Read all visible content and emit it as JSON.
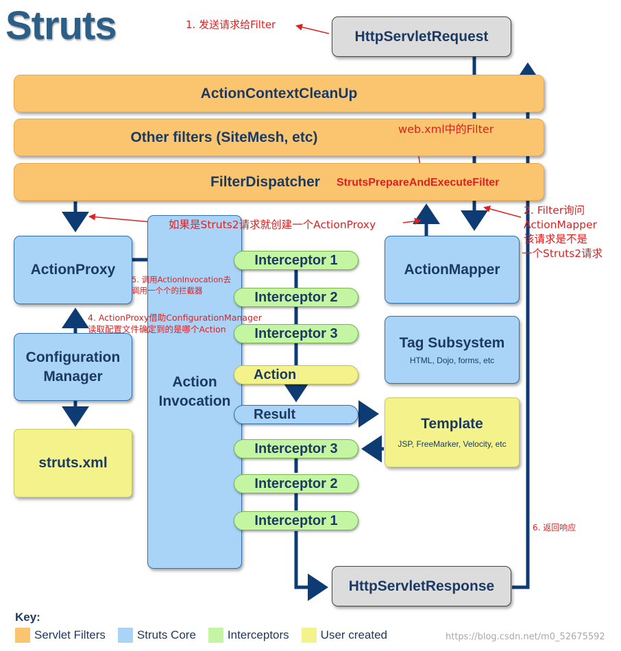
{
  "title": "Struts",
  "nodes": {
    "http_request": "HttpServletRequest",
    "cleanup": "ActionContextCleanUp",
    "other_filters": "Other filters (SiteMesh, etc)",
    "filter_dispatcher": "FilterDispatcher",
    "action_proxy": "ActionProxy",
    "config_manager_line1": "Configuration",
    "config_manager_line2": "Manager",
    "struts_xml": "struts.xml",
    "action_invocation_line1": "Action",
    "action_invocation_line2": "Invocation",
    "action_mapper": "ActionMapper",
    "tag_subsystem": "Tag Subsystem",
    "tag_subsystem_sub": "HTML, Dojo, forms, etc",
    "template": "Template",
    "template_sub": "JSP, FreeMarker, Velocity, etc",
    "http_response": "HttpServletResponse"
  },
  "pills": {
    "interceptor_1a": "Interceptor 1",
    "interceptor_2a": "Interceptor 2",
    "interceptor_3a": "Interceptor 3",
    "action": "Action",
    "result": "Result",
    "interceptor_3b": "Interceptor 3",
    "interceptor_2b": "Interceptor 2",
    "interceptor_1b": "Interceptor 1"
  },
  "annotations": {
    "a1": "1. 发送请求给Filter",
    "webxml": "web.xml中的Filter",
    "struts_prepare": "StrutsPrepareAndExecuteFilter",
    "a2_line1": "2. Filter询问",
    "a2_line2": "ActionMapper",
    "a2_line3": "该请求是不是",
    "a2_line4": "一个Struts2请求",
    "proxy_note": "如果是Struts2请求就创建一个ActionProxy",
    "a5_line1": "5. 调用ActionInvocation去",
    "a5_line2": "调用一个个的拦截器",
    "a4_line1": "4. ActionProxy借助ConfigurationManager",
    "a4_line2": "读取配置文件确定到的是哪个Action",
    "a6": "6. 返回响应"
  },
  "key": {
    "title": "Key:",
    "items": [
      "Servlet Filters",
      "Struts Core",
      "Interceptors",
      "User created"
    ],
    "colors": [
      "#fac56e",
      "#a9d3f7",
      "#c4f5a2",
      "#f4f38b"
    ]
  },
  "watermark": "https://blog.csdn.net/m0_52675592",
  "colors": {
    "arrow_blue": "#0d3b73",
    "annotation_red": "#e02020",
    "title_blue": "#2c5e86"
  }
}
